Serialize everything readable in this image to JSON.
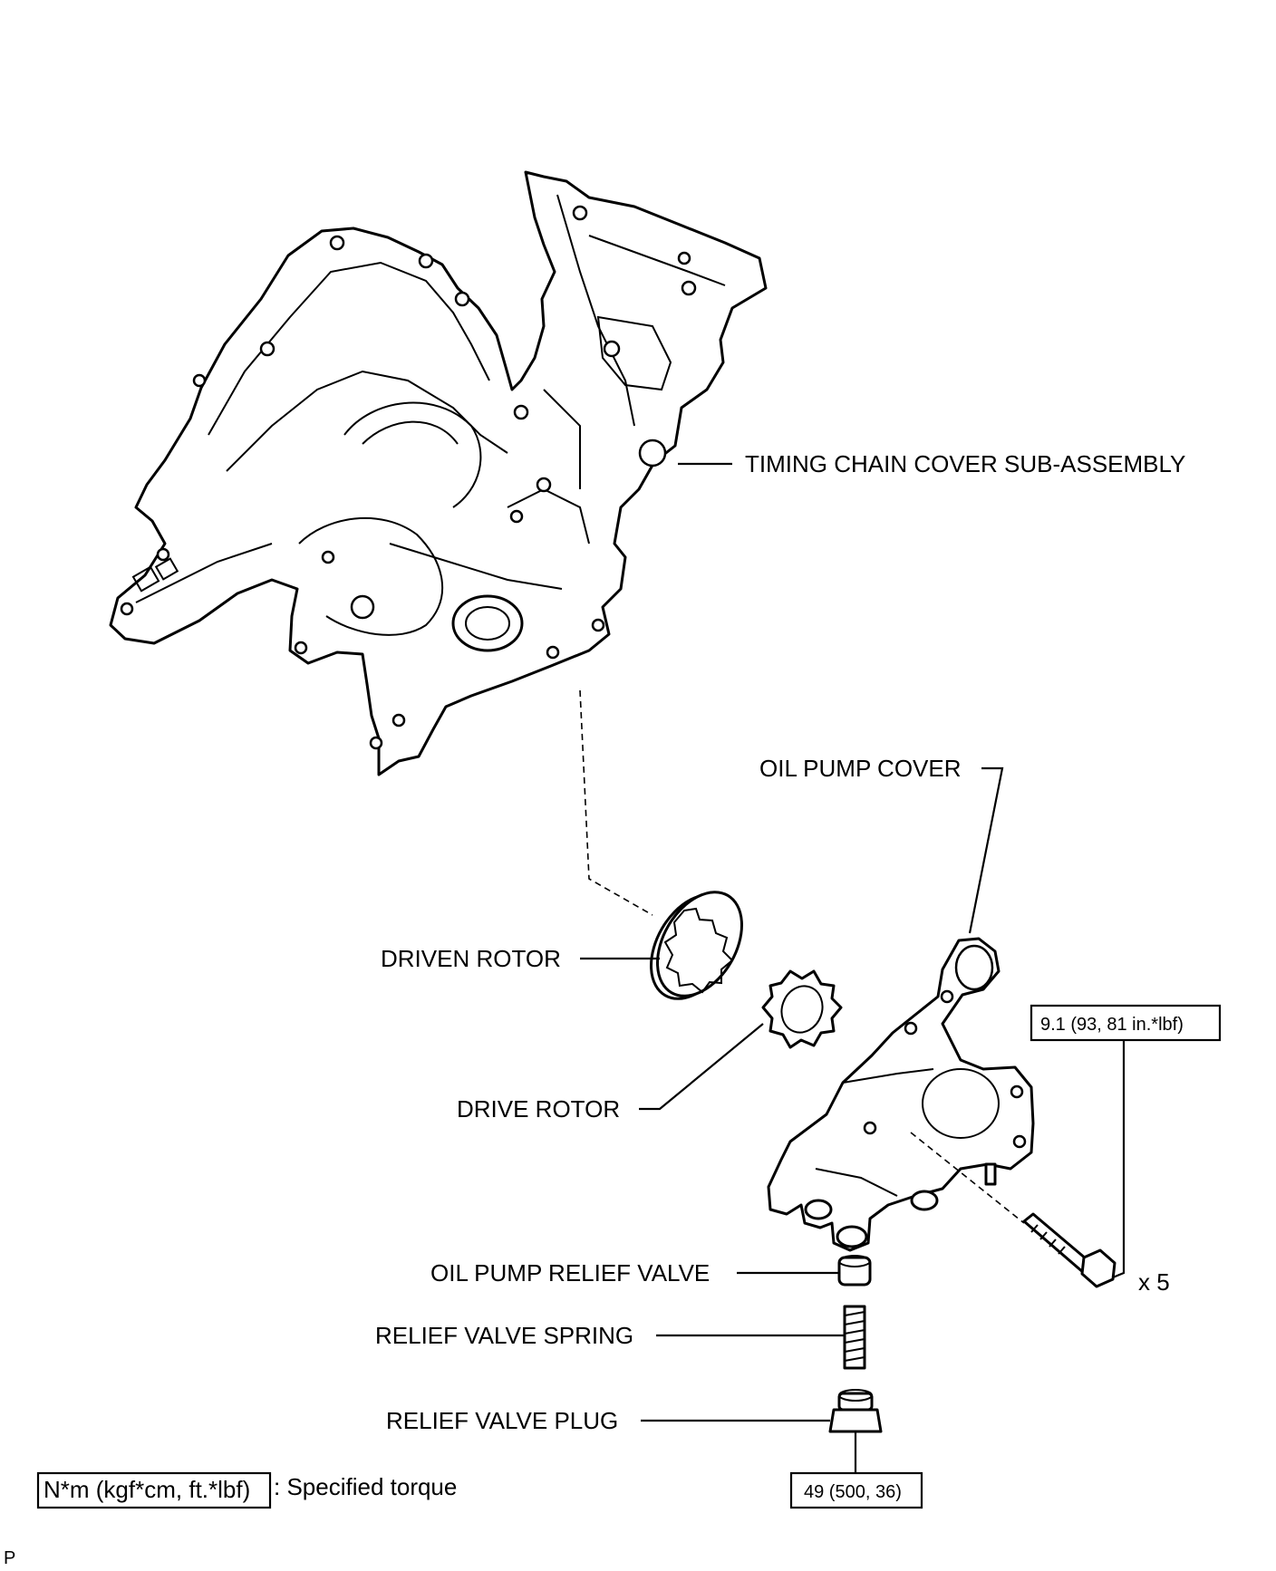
{
  "labels": {
    "timing_chain_cover": "TIMING CHAIN COVER SUB-ASSEMBLY",
    "oil_pump_cover": "OIL PUMP COVER",
    "driven_rotor": "DRIVEN ROTOR",
    "drive_rotor": "DRIVE ROTOR",
    "oil_pump_relief_valve": "OIL PUMP RELIEF VALVE",
    "relief_valve_spring": "RELIEF VALVE SPRING",
    "relief_valve_plug": "RELIEF VALVE PLUG"
  },
  "torque": {
    "bolts": "9.1 (93, 81 in.*lbf)",
    "bolt_quantity": "x 5",
    "plug": "49 (500, 36)"
  },
  "legend": {
    "unit_box": "N*m (kgf*cm, ft.*lbf)",
    "description": ": Specified torque"
  },
  "corner_mark": "P"
}
